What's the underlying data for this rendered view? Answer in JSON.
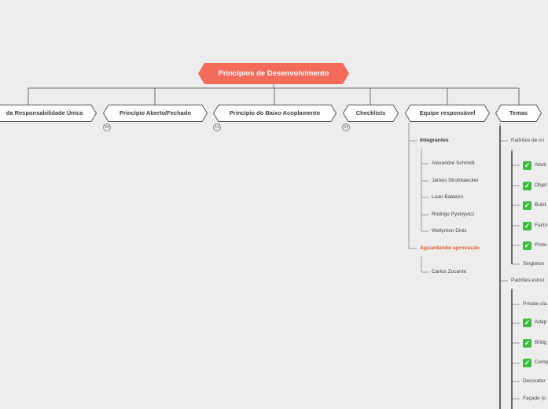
{
  "root": {
    "label": "Princípios de Desenvolvimento",
    "color": "#f26b5b"
  },
  "branches": [
    {
      "label": "da Responsabilidade Única",
      "badge": ""
    },
    {
      "label": "Princípio Aberto/Fechado",
      "badge": "34"
    },
    {
      "label": "Princípio do Baixo Acoplamento",
      "badge": "13"
    },
    {
      "label": "Checklists",
      "badge": "31"
    },
    {
      "label": "Equipe responsável",
      "badge": ""
    },
    {
      "label": "Temas",
      "badge": ""
    }
  ],
  "equipe": {
    "integrantes_label": "Integrantes",
    "integrantes": [
      "Alexandre Schmidt",
      "James Strohhaecker",
      "Luan Baleeiro",
      "Rodrigo Pyskiyvicz",
      "Wellynton Diniz"
    ],
    "aguardando_label": "Aguardando aprovação",
    "aguardando": [
      "Carlos Zocante"
    ]
  },
  "temas": {
    "criacionais_label": "Padrões de cri",
    "criacionais": [
      {
        "label": "Abstr",
        "checked": true
      },
      {
        "label": "Objet",
        "checked": true
      },
      {
        "label": "Build",
        "checked": true
      },
      {
        "label": "Facto",
        "checked": true
      },
      {
        "label": "Proto",
        "checked": true
      },
      {
        "label": "Singleton",
        "checked": false
      }
    ],
    "estruturais_label": "Padrões estrut",
    "estruturais": [
      {
        "label": "Private cla",
        "checked": false
      },
      {
        "label": "Adap",
        "checked": true
      },
      {
        "label": "Bridg",
        "checked": true
      },
      {
        "label": "Comp",
        "checked": true
      },
      {
        "label": "Decorator",
        "checked": false
      },
      {
        "label": "Façade (o",
        "checked": false
      }
    ]
  }
}
